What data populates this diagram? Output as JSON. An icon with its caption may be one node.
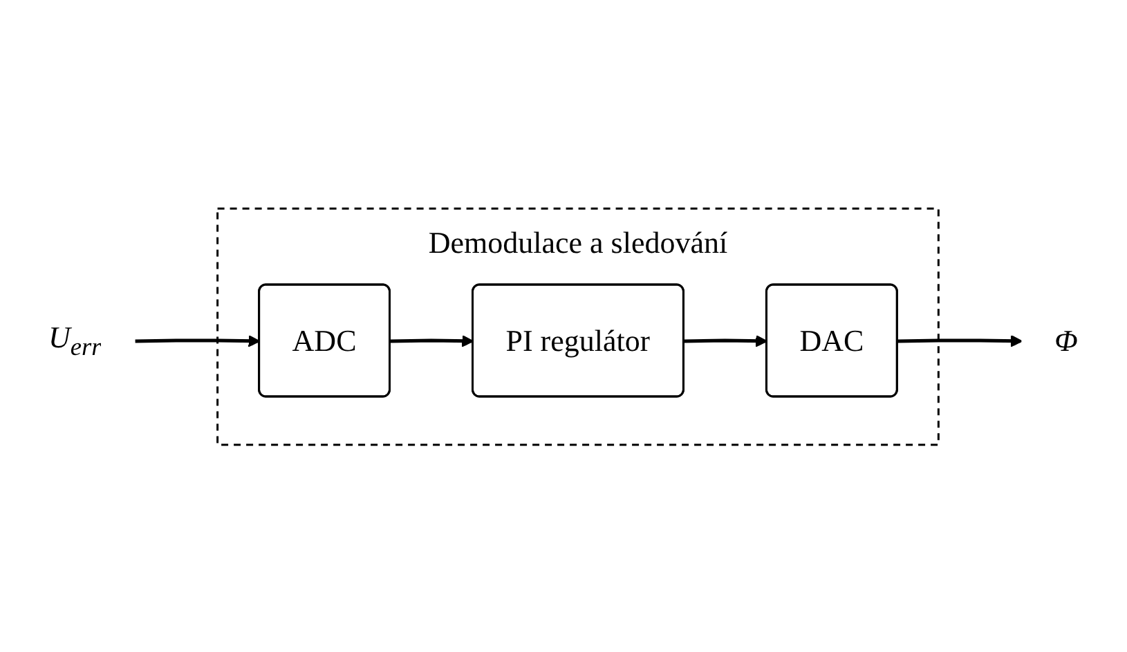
{
  "diagram": {
    "nodes": [
      {
        "text": [
          "Demodulace a sledování"
        ]
      },
      {
        "text": [
          "ADC"
        ],
        "in": 0
      },
      {
        "text": [
          "PI regulátor"
        ],
        "in": 0
      },
      {
        "text": [
          "DAC"
        ],
        "in": 0
      },
      {
        "text": [
          "U$_{err}$"
        ]
      },
      {
        "text": [
          "Φ"
        ]
      }
    ],
    "edges": [
      {
        "from": 4,
        "to": 1,
        "arrow": "to"
      },
      {
        "from": 1,
        "to": 2,
        "arrow": "to"
      },
      {
        "from": 2,
        "to": 3,
        "arrow": "to"
      },
      {
        "from": 3,
        "to": 5,
        "arrow": "to"
      }
    ]
  }
}
